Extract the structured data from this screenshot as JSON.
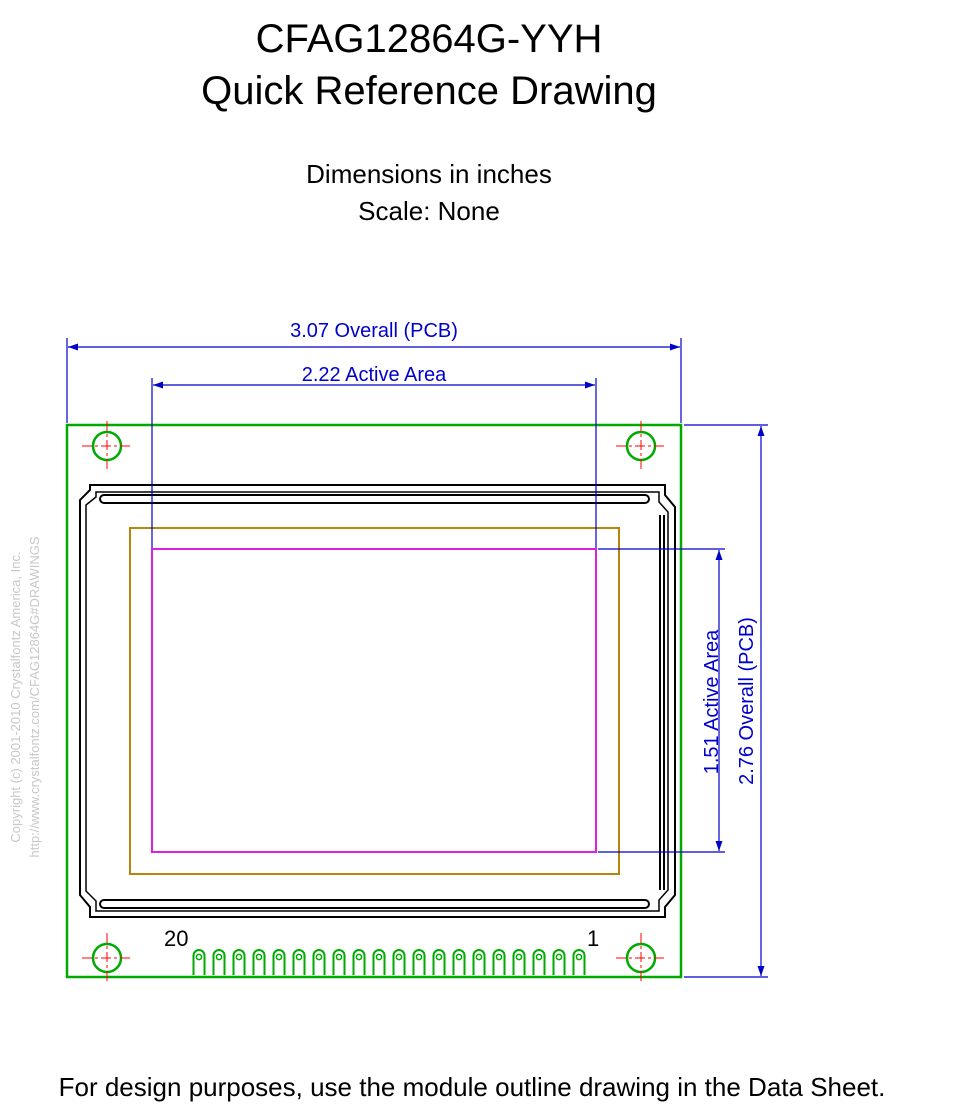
{
  "header": {
    "title_line1": "CFAG12864G-YYH",
    "title_line2": "Quick Reference Drawing",
    "units": "Dimensions in inches",
    "scale": "Scale: None"
  },
  "dimensions": {
    "overall_width": "3.07 Overall (PCB)",
    "active_width": "2.22 Active Area",
    "active_height": "1.51 Active Area",
    "overall_height": "2.76 Overall (PCB)"
  },
  "pins": {
    "left_label": "20",
    "right_label": "1",
    "count": 20
  },
  "watermark": {
    "line1": "Copyright (c) 2001-2010 Crystalfontz America, Inc.",
    "line2": "http://www.crystalfontz.com/CFAG12864G#DRAWINGS"
  },
  "footer": {
    "note": "For design purposes, use the module outline drawing in the Data Sheet."
  },
  "colors": {
    "pcb_outline": "#00aa00",
    "mount_hole": "#00aa00",
    "crosshair": "#ff0000",
    "dimension": "#0000cc",
    "viewing_area": "#b8860b",
    "active_area": "#e020e0",
    "bezel": "#000000"
  }
}
